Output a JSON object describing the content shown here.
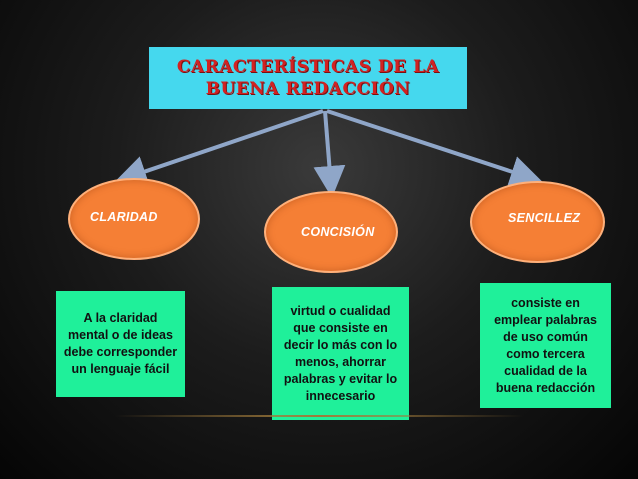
{
  "title": {
    "lines": [
      "CARACTERÍSTICAS DE LA",
      "BUENA REDACCIÓN"
    ]
  },
  "nodes": [
    {
      "label": "CLARIDAD",
      "description": [
        "A la claridad",
        "mental o de ideas",
        "debe corresponder",
        "un lenguaje fácil"
      ]
    },
    {
      "label": "CONCISIÓN",
      "description": [
        "virtud o cualidad",
        "que consiste en",
        "decir lo más con lo",
        "menos, ahorrar",
        "palabras y evitar lo",
        "innecesario"
      ]
    },
    {
      "label": "SENCILLEZ",
      "description": [
        "consiste en",
        "emplear palabras",
        "de uso común",
        "como tercera",
        "cualidad de la",
        "buena redacción"
      ]
    }
  ],
  "colors": {
    "title_bg": "#45d8ee",
    "title_text": "#d22222",
    "oval_fill": "#f57f35",
    "desc_bg": "#1ff09a",
    "arrow": "#8fa6c8"
  }
}
